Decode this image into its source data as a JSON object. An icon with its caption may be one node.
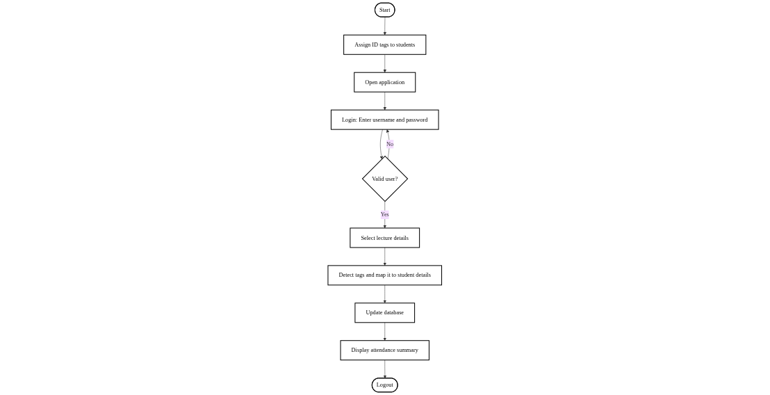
{
  "diagram": {
    "nodes": [
      {
        "text": [
          "Start"
        ]
      },
      {
        "text": [
          "Assign ID tags to students"
        ]
      },
      {
        "text": [
          "Open application"
        ]
      },
      {
        "text": [
          "Login: Enter username and password"
        ]
      },
      {
        "text": [
          "Valid user?"
        ]
      },
      {
        "text": [
          "Select lecture details"
        ]
      },
      {
        "text": [
          "Detect tags and map it to student details"
        ]
      },
      {
        "text": [
          "Update database"
        ]
      },
      {
        "text": [
          "Display attendance summary"
        ]
      },
      {
        "text": [
          "Logout"
        ]
      }
    ],
    "edges": [
      {
        "from": 0,
        "to": 1,
        "arrow": "to"
      },
      {
        "from": 1,
        "to": 2,
        "arrow": "to"
      },
      {
        "from": 2,
        "to": 3,
        "arrow": "to"
      },
      {
        "from": 3,
        "to": 4,
        "arrow": "to"
      },
      {
        "from": 4,
        "to": 3,
        "label": "No",
        "arrow": "to"
      },
      {
        "from": 4,
        "to": 5,
        "label": "Yes",
        "arrow": "to"
      },
      {
        "from": 5,
        "to": 6,
        "arrow": "to"
      },
      {
        "from": 6,
        "to": 7,
        "arrow": "to"
      },
      {
        "from": 7,
        "to": 8,
        "arrow": "to"
      },
      {
        "from": 8,
        "to": 9,
        "arrow": "to"
      }
    ]
  }
}
